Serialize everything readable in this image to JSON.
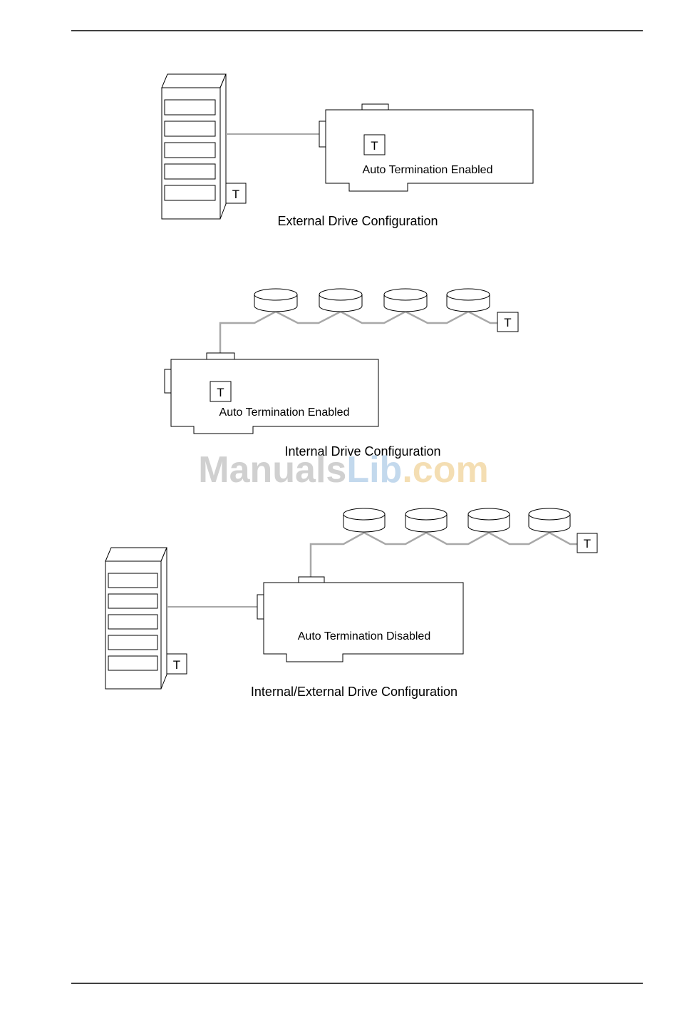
{
  "diagrams": [
    {
      "terminator_labels": [
        "T",
        "T"
      ],
      "card_label": "Auto Termination Enabled",
      "caption": "External Drive Configuration"
    },
    {
      "terminator_labels": [
        "T",
        "T"
      ],
      "card_label": "Auto Termination Enabled",
      "caption": "Internal Drive Configuration"
    },
    {
      "terminator_labels": [
        "T",
        "T"
      ],
      "card_label": "Auto Termination Disabled",
      "caption": "Internal/External Drive Configuration"
    }
  ],
  "watermark": {
    "part1": "Manuals",
    "part2": "Lib",
    "part3": ".com",
    "colors": [
      "#c8c8c8",
      "#b9d3ea",
      "#f3d9a6"
    ]
  }
}
